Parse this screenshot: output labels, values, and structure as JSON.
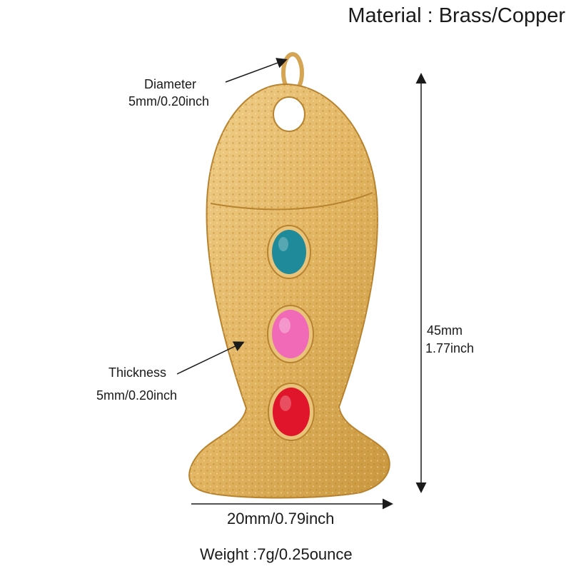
{
  "title": "Material : Brass/Copper",
  "diameter": {
    "label": "Diameter",
    "value": "5mm/0.20inch"
  },
  "thickness": {
    "label": "Thickness",
    "value": "5mm/0.20inch"
  },
  "length": {
    "mm": "45mm",
    "inch": "1.77inch"
  },
  "width": {
    "value": "20mm/0.79inch"
  },
  "weight": {
    "value": "Weight :7g/0.25ounce"
  },
  "colors": {
    "gold": "#e4b866",
    "gold_dark": "#c9973e",
    "gem_teal": "#1f8a9a",
    "gem_pink": "#f06ab8",
    "gem_red": "#e0142b",
    "line": "#1a1a1a"
  },
  "gems": [
    "teal",
    "pink",
    "red"
  ]
}
